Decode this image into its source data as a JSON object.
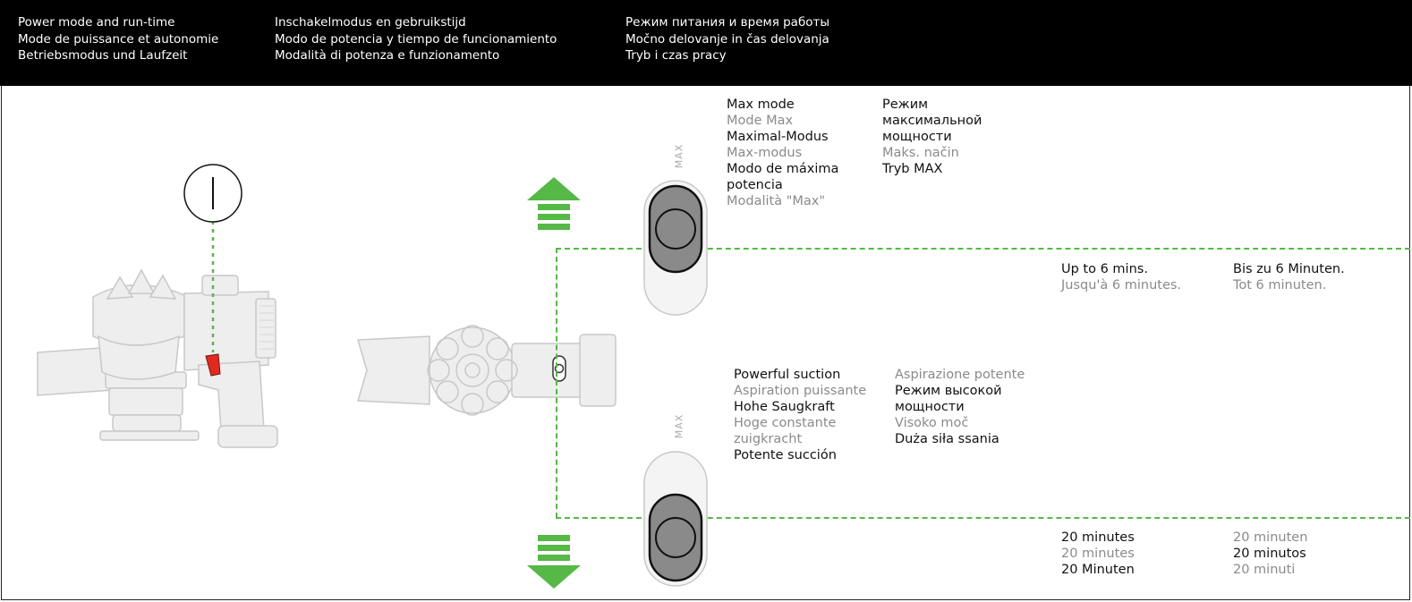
{
  "header": {
    "col1": [
      "Power mode and run-time",
      "Mode de puissance et autonomie",
      "Betriebsmodus und Laufzeit"
    ],
    "col2": [
      "Inschakelmodus en gebruikstijd",
      "Modo de potencia y tiempo de funcionamiento",
      "Modalità di potenza e funzionamento"
    ],
    "col3": [
      "Режим питания и время работы",
      "Močno delovanje in čas delovanja",
      "Tryb i czas pracy"
    ]
  },
  "power_symbol": "|",
  "max_mode": {
    "switch_label": "MAX",
    "col1": [
      {
        "text": "Max mode",
        "tone": "dark"
      },
      {
        "text": "Mode Max",
        "tone": "grey"
      },
      {
        "text": "Maximal-Modus",
        "tone": "dark"
      },
      {
        "text": "Max-modus",
        "tone": "grey"
      },
      {
        "text": "Modo de máxima",
        "tone": "dark"
      },
      {
        "text": "potencia",
        "tone": "dark"
      },
      {
        "text": "Modalità \"Max\"",
        "tone": "grey"
      }
    ],
    "col2": [
      {
        "text": "Режим",
        "tone": "dark"
      },
      {
        "text": "максимальной",
        "tone": "dark"
      },
      {
        "text": "мощности",
        "tone": "dark"
      },
      {
        "text": "Maks. način",
        "tone": "grey"
      },
      {
        "text": "Tryb MAX",
        "tone": "dark"
      }
    ],
    "runtime1": [
      {
        "text": "Up to 6 mins.",
        "tone": "dark"
      },
      {
        "text": "Jusqu'à 6 minutes.",
        "tone": "grey"
      }
    ],
    "runtime2": [
      {
        "text": "Bis zu 6 Minuten.",
        "tone": "dark"
      },
      {
        "text": "Tot 6 minuten.",
        "tone": "grey"
      }
    ]
  },
  "powerful_mode": {
    "switch_label": "MAX",
    "col1": [
      {
        "text": "Powerful suction",
        "tone": "dark"
      },
      {
        "text": "Aspiration puissante",
        "tone": "grey"
      },
      {
        "text": "Hohe Saugkraft",
        "tone": "dark"
      },
      {
        "text": "Hoge constante",
        "tone": "grey"
      },
      {
        "text": "zuigkracht",
        "tone": "grey"
      },
      {
        "text": "Potente succión",
        "tone": "dark"
      }
    ],
    "col2": [
      {
        "text": "Aspirazione potente",
        "tone": "grey"
      },
      {
        "text": "Режим высокой",
        "tone": "dark"
      },
      {
        "text": "мощности",
        "tone": "dark"
      },
      {
        "text": "Visoko moč",
        "tone": "grey"
      },
      {
        "text": "Duża siła ssania",
        "tone": "dark"
      }
    ],
    "runtime1": [
      {
        "text": "20 minutes",
        "tone": "dark"
      },
      {
        "text": "20 minutes",
        "tone": "grey"
      },
      {
        "text": "20 Minuten",
        "tone": "dark"
      }
    ],
    "runtime2": [
      {
        "text": "20 minuten",
        "tone": "grey"
      },
      {
        "text": "20 minutos",
        "tone": "dark"
      },
      {
        "text": "20 minuti",
        "tone": "grey"
      }
    ]
  },
  "colors": {
    "accent_green": "#56b847",
    "trigger_red": "#e02a20",
    "header_bg": "#000000"
  }
}
